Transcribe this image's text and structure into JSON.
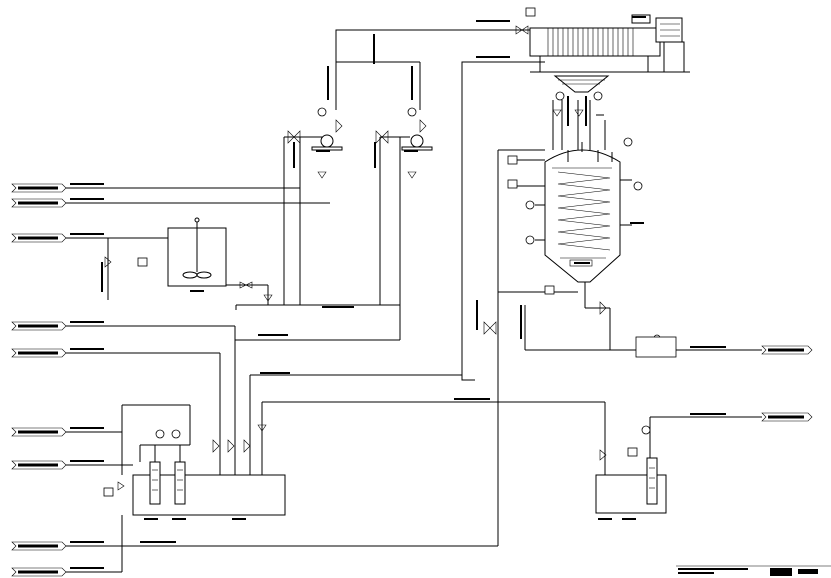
{
  "diagram": {
    "type": "process-flow-diagram",
    "legible_text": [],
    "colors": {
      "line": "#000000",
      "background": "#ffffff"
    },
    "equipment": [
      {
        "id": "filter-press",
        "kind": "plate-and-frame filter press"
      },
      {
        "id": "hopper",
        "kind": "funnel hopper"
      },
      {
        "id": "reactor",
        "kind": "coiled vessel with cone bottom"
      },
      {
        "id": "agitated-tank",
        "kind": "stirred tank"
      },
      {
        "id": "pump-left",
        "kind": "centrifugal pump"
      },
      {
        "id": "pump-right",
        "kind": "centrifugal pump"
      },
      {
        "id": "sump-tank-left",
        "kind": "horizontal tank with submersible pumps"
      },
      {
        "id": "sump-tank-right",
        "kind": "tank with submersible pump"
      }
    ],
    "offpage_left_count": 10,
    "offpage_right_count": 2,
    "has_title_block": true
  }
}
